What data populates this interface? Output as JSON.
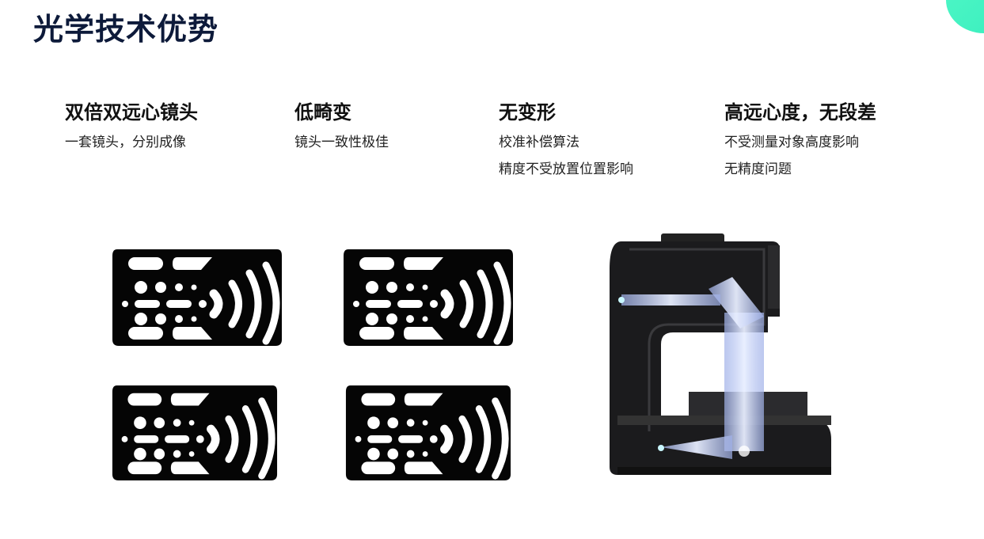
{
  "title": "光学技术优势",
  "features": [
    {
      "heading": "双倍双远心镜头",
      "lines": [
        "一套镜头，分别成像"
      ]
    },
    {
      "heading": "低畸变",
      "lines": [
        "镜头一致性极佳"
      ]
    },
    {
      "heading": "无变形",
      "lines": [
        "校准补偿算法",
        "精度不受放置位置影响"
      ]
    },
    {
      "heading": "高远心度，无段差",
      "lines": [
        "不受测量对象高度影响",
        "无精度问题"
      ]
    }
  ],
  "colors": {
    "accent": "#4af5c4",
    "title": "#0d1a3a"
  }
}
